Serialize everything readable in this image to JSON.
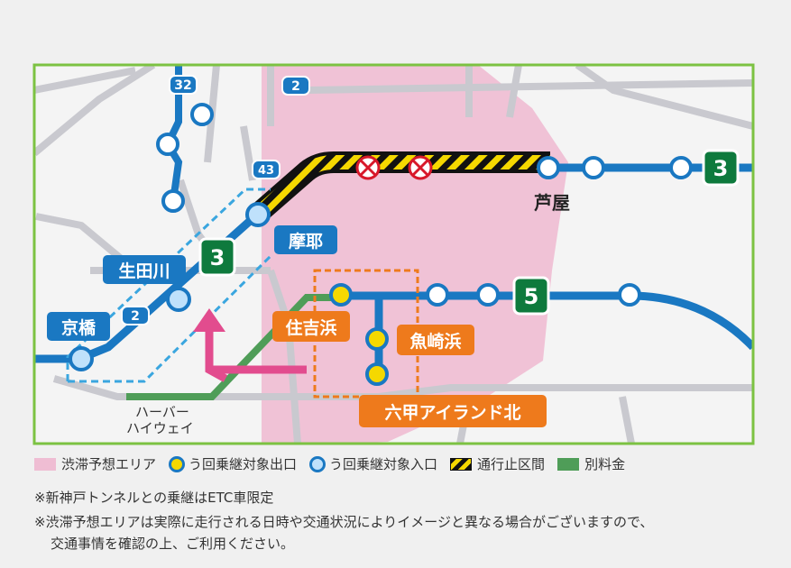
{
  "map": {
    "route_numbers": {
      "r32": "32",
      "r2": "2",
      "r43": "43",
      "r2b": "2",
      "hwy3a": "3",
      "hwy3b": "3",
      "hwy5": "5"
    },
    "stations": {
      "ashiya": "芦屋",
      "maya": "摩耶",
      "ikutagawa": "生田川",
      "kyobashi": "京橋",
      "sumiyoshihama": "住吉浜",
      "uozakihama": "魚崎浜",
      "rokko_north": "六甲アイランド北"
    },
    "harbor_highway": [
      "ハーバー",
      "ハイウェイ"
    ]
  },
  "legend": {
    "congestion": "渋滞予想エリア",
    "exit": "う回乗継対象出口",
    "entry": "う回乗継対象入口",
    "closed": "通行止区間",
    "toll": "別料金"
  },
  "notes": [
    "※新神戸トンネルとの乗継はETC車限定",
    "※渋滞予想エリアは実際に走行される日時や交通状況によりイメージと異なる場合がございますので、",
    "交通事情を確認の上、ご利用ください。"
  ],
  "colors": {
    "pink": "#efbdd3",
    "blue": "#1a78c2",
    "orange": "#ee7a1c",
    "green": "#4f9d58",
    "frame": "#7cc242"
  }
}
